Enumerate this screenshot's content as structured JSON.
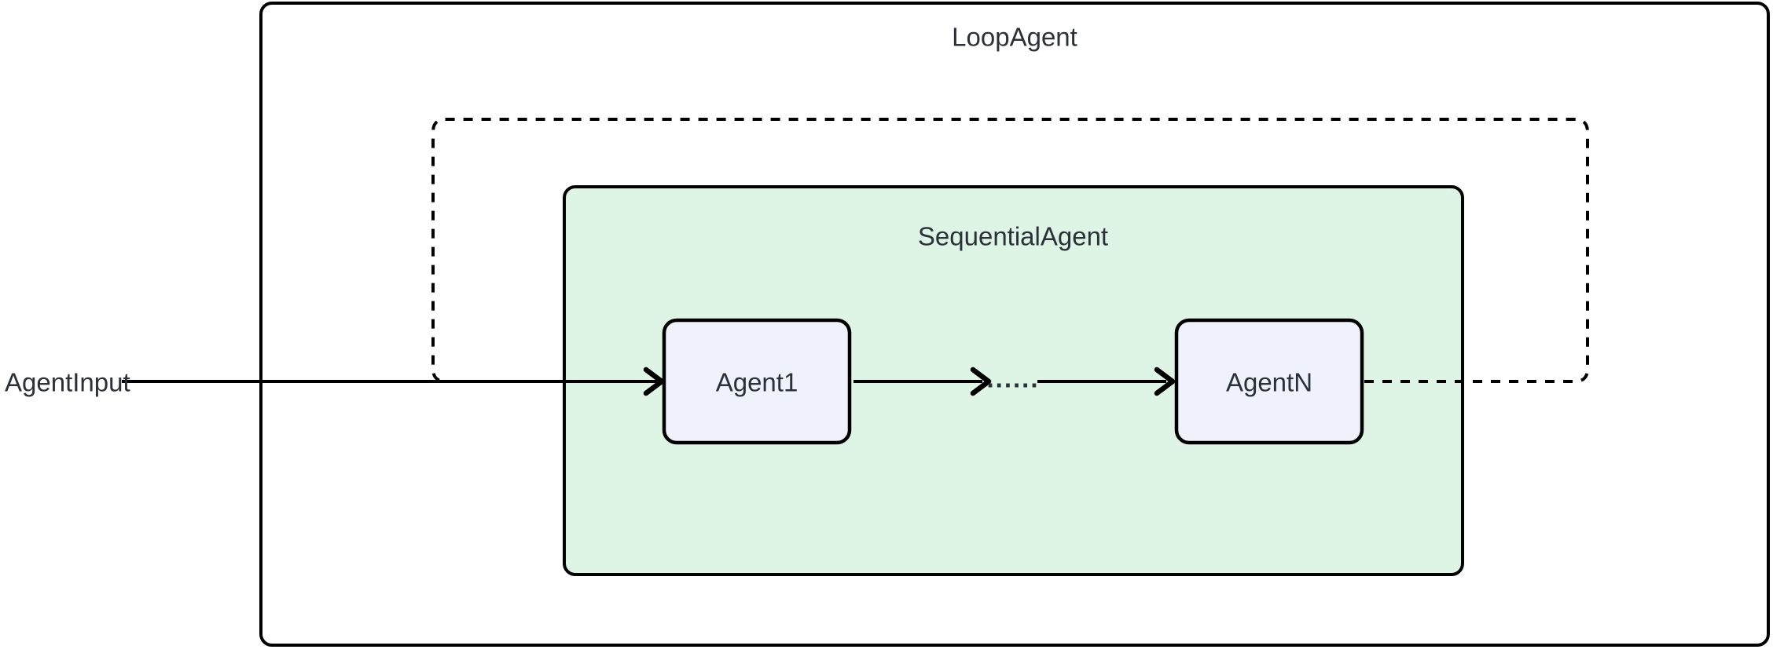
{
  "diagram": {
    "type": "flowchart",
    "direction": "left-to-right",
    "loop_agent": {
      "label": "LoopAgent"
    },
    "sequential_agent": {
      "label": "SequentialAgent"
    },
    "nodes": {
      "agent1": {
        "label": "Agent1"
      },
      "agentn": {
        "label": "AgentN"
      }
    },
    "external_input": {
      "label": "AgentInput"
    },
    "ellipsis": {
      "label": "......"
    },
    "edges": [
      {
        "from": "AgentInput",
        "to": "Agent1",
        "style": "solid",
        "arrowhead": true
      },
      {
        "from": "Agent1",
        "to": "......",
        "style": "solid",
        "arrowhead": true
      },
      {
        "from": "......",
        "to": "AgentN",
        "style": "solid",
        "arrowhead": true
      },
      {
        "from": "AgentN",
        "to": "Agent1",
        "style": "dashed",
        "arrowhead": true
      }
    ],
    "colors": {
      "background": "#ffffff",
      "container_border": "#000000",
      "container_fill": "#ffffff",
      "sequential_fill": "#def4e4",
      "node_fill": "#eff2fb",
      "node_border": "#000000",
      "edge_stroke": "#000000",
      "text": "#2b3138"
    }
  }
}
